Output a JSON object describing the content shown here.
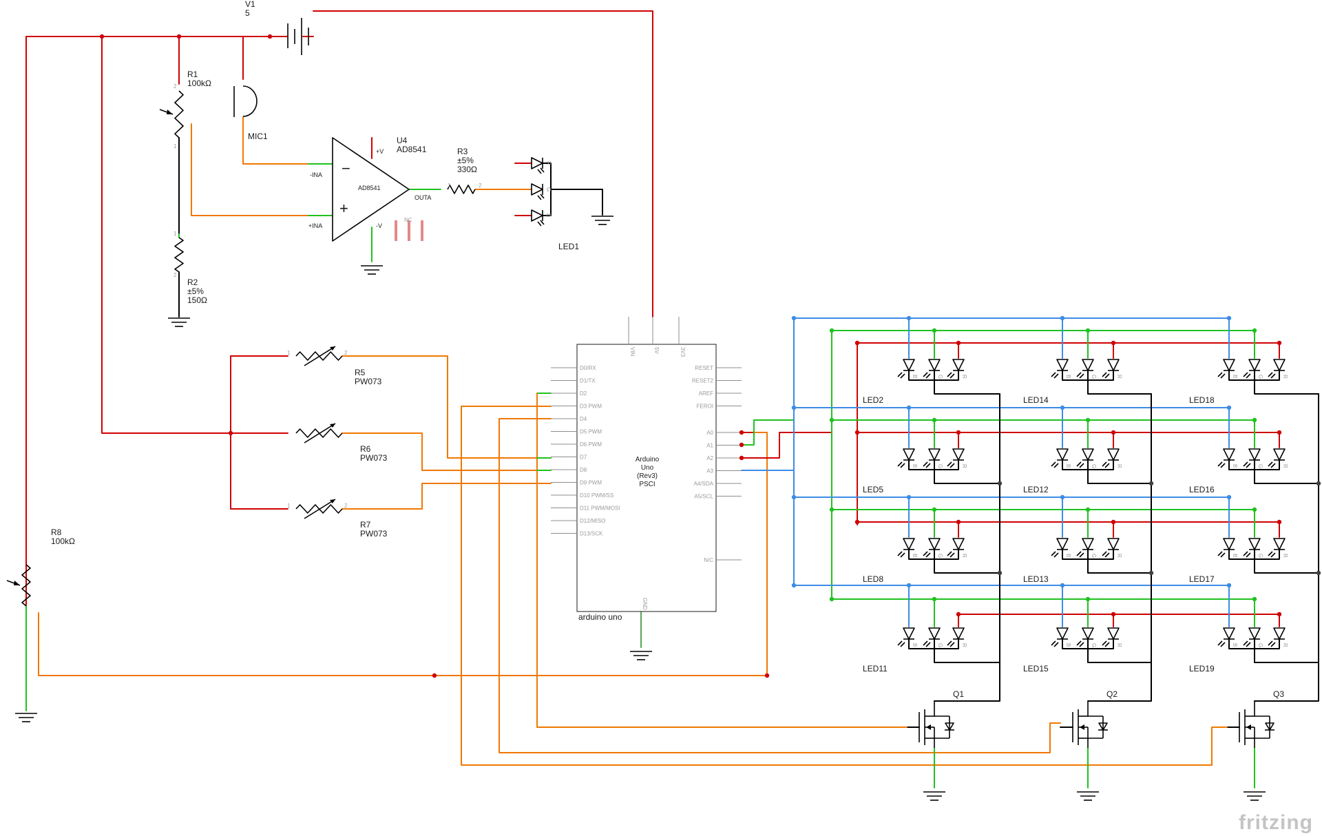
{
  "colors": {
    "power": "#d00000",
    "signal": "#f07800",
    "blue_bus": "#3c8ce6",
    "green_bus": "#1fc21f",
    "black": "#000000",
    "pin": "#8c8c8c"
  },
  "parts": {
    "battery": {
      "ref": "V1",
      "value": "5"
    },
    "r1": {
      "ref": "R1",
      "value": "100kΩ"
    },
    "mic": {
      "ref": "MIC1"
    },
    "opamp": {
      "ref": "U4",
      "value": "AD8541",
      "body": "AD8541",
      "pin_minus": "-INA",
      "pin_plus": "+INA",
      "pin_out": "OUTA",
      "pin_vpos": "+V",
      "pin_vneg": "-V",
      "nc": "NC",
      "sign_minus": "−",
      "sign_plus": "+"
    },
    "r3": {
      "ref": "R3",
      "tol": "±5%",
      "value": "330Ω"
    },
    "led1": {
      "ref": "LED1"
    },
    "r2": {
      "ref": "R2",
      "tol": "±5%",
      "value": "150Ω"
    },
    "r5": {
      "ref": "R5",
      "value": "PW073"
    },
    "r6": {
      "ref": "R6",
      "value": "PW073"
    },
    "r7": {
      "ref": "R7",
      "value": "PW073"
    },
    "r8": {
      "ref": "R8",
      "value": "100kΩ"
    },
    "q1": {
      "ref": "Q1"
    },
    "q2": {
      "ref": "Q2"
    },
    "q3": {
      "ref": "Q3"
    },
    "pin_numbers": {
      "one": "1",
      "two": "2"
    },
    "rgb_letters": {
      "r": "R",
      "g": "G",
      "b": "B"
    }
  },
  "arduino": {
    "ref": "arduino uno",
    "title": [
      "Arduino",
      "Uno",
      "(Rev3)",
      "PSCI"
    ],
    "top_pins": [
      "VIN",
      "5V",
      "3V3"
    ],
    "bottom_pin": "GND",
    "left_pins": [
      "D0/RX",
      "D1/TX",
      "D2",
      "D3 PWM",
      "D4",
      "D5 PWM",
      "D6 PWM",
      "D7",
      "D8",
      "D9 PWM",
      "D10 PWM/SS",
      "D11 PWM/MOSI",
      "D12/MISO",
      "D13/SCK"
    ],
    "right_pins_top": [
      "RESET",
      "RESET2",
      "AREF",
      "FEROI"
    ],
    "right_pins_analog": [
      "A0",
      "A1",
      "A2",
      "A3",
      "A4/SDA",
      "A5/SCL"
    ],
    "right_pin_nc": "N/C"
  },
  "led_matrix": {
    "labels": [
      [
        "LED2",
        "LED14",
        "LED18"
      ],
      [
        "LED5",
        "LED12",
        "LED16"
      ],
      [
        "LED8",
        "LED13",
        "LED17"
      ],
      [
        "LED11",
        "LED15",
        "LED19"
      ]
    ]
  },
  "logo": "fritzing"
}
